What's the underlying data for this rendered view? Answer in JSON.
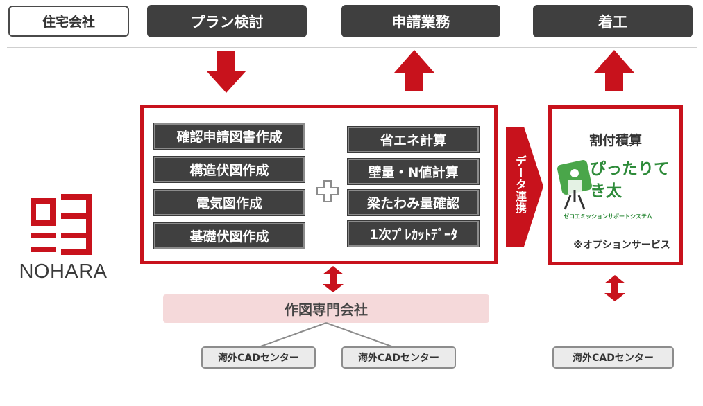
{
  "header": {
    "company": "住宅会社",
    "phases": [
      "プラン検討",
      "申請業務",
      "着工"
    ]
  },
  "logo": {
    "name": "NOHARA"
  },
  "left_tasks": [
    "確認申請図書作成",
    "構造伏図作成",
    "電気図作成",
    "基礎伏図作成"
  ],
  "right_tasks": [
    "省エネ計算",
    "壁量・N値計算",
    "梁たわみ量確認",
    "1次ﾌﾟﾚｶｯﾄﾃﾞｰﾀ"
  ],
  "data_link": "データ連携",
  "option_box": {
    "title": "割付積算",
    "product_logo": "ぴったりてき太",
    "product_tagline": "ゼロエミッションサポートシステム",
    "note": "※オプションサービス"
  },
  "drafting_company": "作図専門会社",
  "cad_center": "海外CADセンター",
  "colors": {
    "red": "#c8121c",
    "dark": "#404040",
    "pink": "#f5d9da",
    "green": "#2e8b3a"
  }
}
